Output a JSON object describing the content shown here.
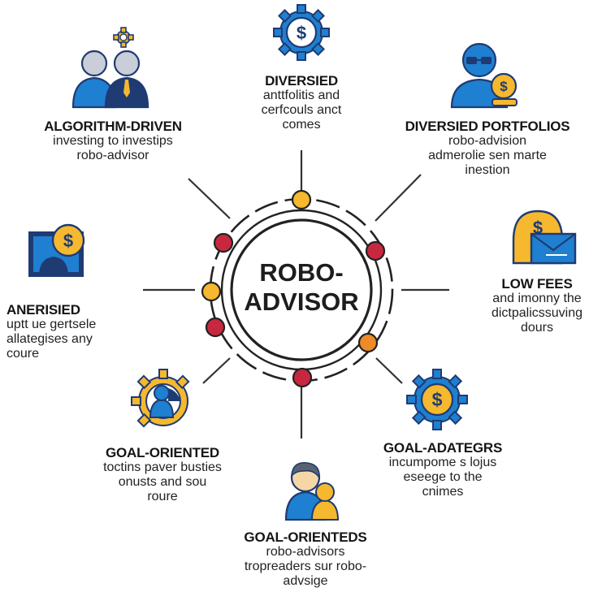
{
  "hub": {
    "line1": "ROBO-",
    "line2": "ADVISOR"
  },
  "nodes": [
    {
      "id": "top",
      "title": "DIVERSIED",
      "desc": [
        "anttfolitis and",
        "cerfcouls anct",
        "comes"
      ]
    },
    {
      "id": "top-right",
      "title": "DIVERSIED PORTFOLIOS",
      "desc": [
        "robo-advision",
        "admerolie sen marte",
        "inestion"
      ]
    },
    {
      "id": "right",
      "title": "LOW FEES",
      "desc": [
        "and imonny the",
        "dictpalicssuving",
        "dours"
      ]
    },
    {
      "id": "bottom-right",
      "title": "GOAL-ADATEGRS",
      "desc": [
        "incumpome s lojus",
        "eseege to the",
        "cnimes"
      ]
    },
    {
      "id": "bottom",
      "title": "GOAL-ORIENTEDS",
      "desc": [
        "robo-advisors",
        "tropreaders sur robo-",
        "advsige"
      ]
    },
    {
      "id": "bottom-left",
      "title": "GOAL-ORIENTED",
      "desc": [
        "toctins paver busties",
        "onusts and sou",
        "roure"
      ]
    },
    {
      "id": "left",
      "title": "ANERISIED",
      "desc": [
        "uptt ue gertsele",
        "allategises any",
        "coure"
      ]
    },
    {
      "id": "top-left",
      "title": "ALGORITHM-DRIVEN",
      "desc": [
        "investing to investips",
        "robo-advisor"
      ]
    }
  ],
  "colors": {
    "navy": "#1f3b73",
    "blue": "#1f7fd0",
    "gold": "#f5b82e",
    "red": "#c8283f",
    "orange": "#ee8a27",
    "ink": "#1d1d1d"
  },
  "icons": [
    "dollar-gear-icon",
    "advisor-dollar-icon",
    "dollar-mail-icon",
    "dollar-gear-icon",
    "person-child-icon",
    "gear-person-icon",
    "dollar-screen-icon",
    "team-gear-icon"
  ]
}
